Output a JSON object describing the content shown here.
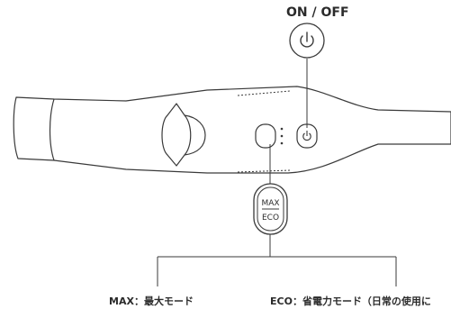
{
  "labels": {
    "power": "ON / OFF",
    "max_mode": "MAX：最大モード",
    "eco_mode": "ECO：省電力モード（日常の使用に"
  },
  "mode_button": {
    "top_text": "MAX",
    "bottom_text": "ECO"
  },
  "icons": {
    "power": "power-icon"
  },
  "colors": {
    "line": "#3a3a3a",
    "fill": "#ffffff"
  }
}
